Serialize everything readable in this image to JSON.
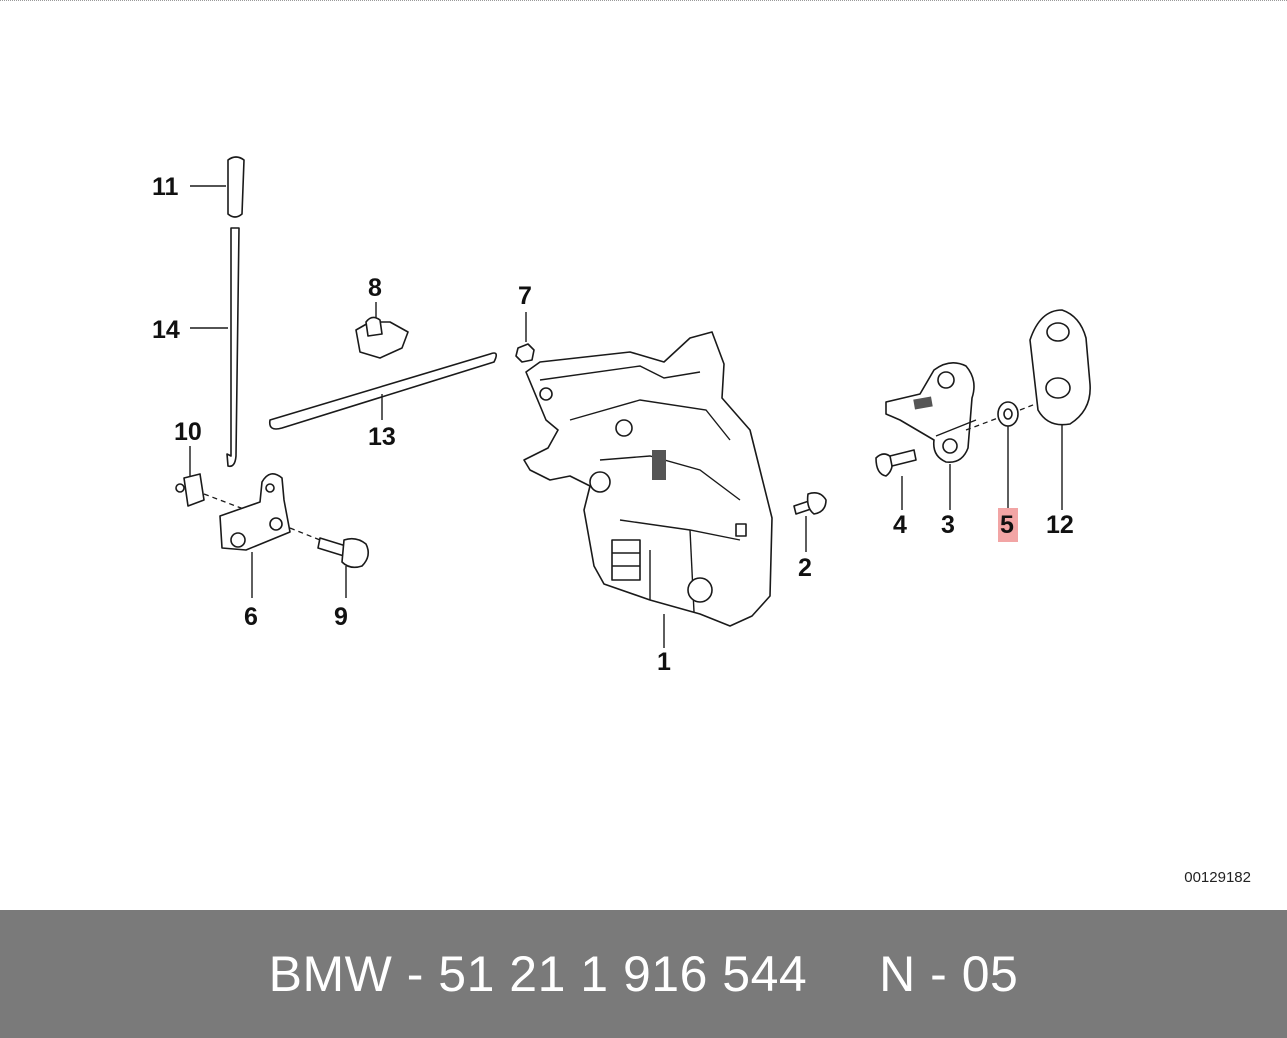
{
  "callouts": [
    {
      "id": "11",
      "label": "11"
    },
    {
      "id": "14",
      "label": "14"
    },
    {
      "id": "10",
      "label": "10"
    },
    {
      "id": "8",
      "label": "8"
    },
    {
      "id": "13",
      "label": "13"
    },
    {
      "id": "7",
      "label": "7"
    },
    {
      "id": "6",
      "label": "6"
    },
    {
      "id": "9",
      "label": "9"
    },
    {
      "id": "1",
      "label": "1"
    },
    {
      "id": "2",
      "label": "2"
    },
    {
      "id": "4",
      "label": "4"
    },
    {
      "id": "3",
      "label": "3"
    },
    {
      "id": "5",
      "label": "5",
      "highlighted": true
    },
    {
      "id": "12",
      "label": "12"
    }
  ],
  "diagram_code": "00129182",
  "footer": {
    "text": "BMW - 51 21 1 916 544     N - 05"
  },
  "colors": {
    "highlight": "#f2a5a5",
    "footer_background": "#7a7a7a",
    "footer_text": "#ffffff"
  }
}
